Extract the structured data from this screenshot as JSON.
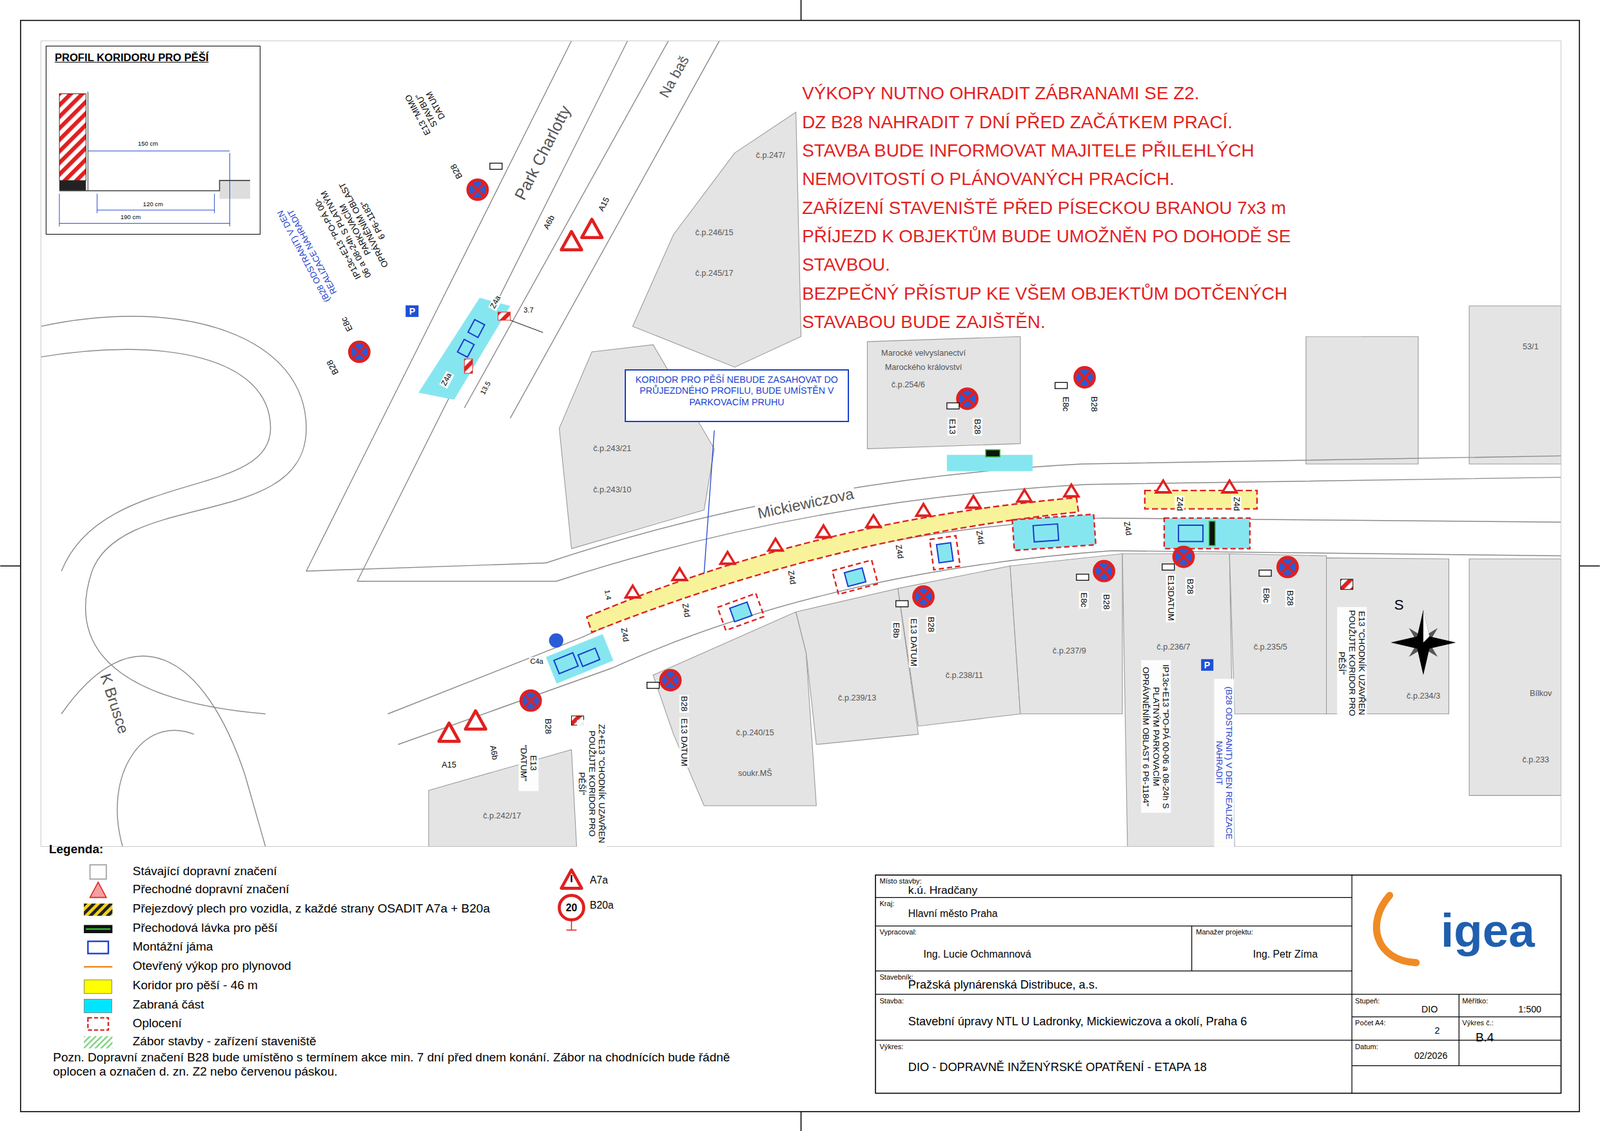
{
  "diagram": {
    "nodes": [
      {
        "text": [
          "PROFIL KORIDORU PRO PĚŠÍ"
        ]
      },
      {
        "text": [
          "KORIDOR PRO PĚŠÍ NEBUDE ZASAHOVAT DO PRŮJEZDNÉHO PROFILU, BUDE UMÍSTĚN V PARKOVACÍM PRUHU"
        ]
      }
    ],
    "labels": [
      "VÝKOPY NUTNO OHRADIT ZÁBRANAMI SE Z2.",
      "DZ B28 NAHRADIT 7 DNÍ PŘED ZAČÁTKEM PRACÍ.",
      "STAVBA BUDE INFORMOVAT MAJITELE PŘILEHLÝCH NEMOVITOSTÍ O PLÁNOVANÝCH PRACÍCH.",
      "ZAŘÍZENÍ STAVENIŠTĚ PŘED PÍSECKOU BRANOU 7x3 m",
      "PŘÍJEZD K OBJEKTŮM BUDE UMOŽNĚN PO DOHODĚ SE STAVBOU.",
      "BEZPEČNÝ PŘÍSTUP KE VŠEM OBJEKTŮM DOTČENÝCH STAVABOU BUDE ZAJIŠTĚN.",
      "150 cm",
      "120 cm",
      "190 cm",
      "Mickiewiczova",
      "K Brusce",
      "Park Charlotty",
      "Na baš",
      "č.p.247/",
      "č.p.246/15",
      "č.p.245/17",
      "č.p.243/21",
      "č.p.243/10",
      "Marocké velvyslanectví",
      "Marockého království",
      "č.p.254/6",
      "č.p.238/11",
      "č.p.239/13",
      "č.p.240/15",
      "soukr.MŠ",
      "č.p.237/9",
      "č.p.236/7",
      "č.p.235/5",
      "č.p.234/3",
      "č.p.242/17",
      "Bílkov",
      "č.p.233",
      "53/1",
      "E13 \"MIMO STAVBU\" DATUM",
      "B28",
      "IP13c+E13 \"PO-PÁ 00-06 a 08-24h S PLATNÝM PARKOVACÍM OPRÁVNĚNÍM OBLAST 6 P6-1183\"",
      "(B28 ODSTRANIT) V DEN REALIZACE NAHRADIT",
      "P",
      "E8c",
      "B28",
      "Z4a",
      "Z4a",
      "3.7",
      "13.5",
      "A6b",
      "A15",
      "B28",
      "E13",
      "B28",
      "E8c",
      "Z4d",
      "Z4d",
      "Z4d",
      "Z4d",
      "Z4d",
      "Z4d",
      "Z4d",
      "Z4d",
      "B28",
      "E8b",
      "E13 DATUM",
      "B28",
      "E8c",
      "B28",
      "E13DATUM",
      "B28",
      "E8c",
      "IP13c+E13 \"PO-PÁ 00-06 a 08-24h S PLATNÝM PARKOVACÍM OPRÁVNĚNÍM OBLAST 6 P6-1184\"",
      "(B28 ODSTRANIT) V DEN REALIZACE NAHRADIT",
      "P",
      "E13 \"CHODNÍK UZAVŘEN POUŽIJTE KORIDOR PRO PĚŠÍ\"",
      "B28",
      "E13 \"DATUM\"",
      "Z2+E13 \"CHODNÍK UZAVŘEN POUŽIJTE KORIDOR PRO PĚŠÍ\"",
      "B28",
      "E13 DATUM",
      "A6b",
      "A15",
      "C4a",
      "1.4",
      "Legenda:",
      "A7a",
      "B20a",
      "20",
      "Pozn. Dopravní značení B28 bude umístěno s termínem akce min. 7 dní před dnem konání. Zábor na chodnících bude řádně oplocen a označen d. zn. Z2 nebo červenou páskou.",
      "Místo stavby:",
      "k.ú. Hradčany",
      "Kraj:",
      "Hlavní město Praha",
      "Vypracoval:",
      "Ing. Lucie Ochmannová",
      "Manažer projektu:",
      "Ing. Petr Zíma",
      "Stavebník:",
      "Pražská plynárenská Distribuce, a.s.",
      "Stavba:",
      "Stavební úpravy NTL U Ladronky, Mickiewiczova a okolí, Praha 6",
      "Výkres:",
      "DIO - DOPRAVNĚ INŽENÝRSKÉ OPATŘENÍ - ETAPA 18",
      "Stupeň:",
      "DIO",
      "Měřítko:",
      "1:500",
      "Počet A4:",
      "2",
      "Výkres č.:",
      "B.4",
      "Datum:",
      "02/2026",
      "igea",
      "S"
    ],
    "legend": [
      {
        "text": "Stávající dopravní značení"
      },
      {
        "text": "Přechodné dopravní značení"
      },
      {
        "text": "Přejezdový plech pro vozidla, z každé strany OSADIT A7a + B20a"
      },
      {
        "text": "Přechodová lávka pro pěší"
      },
      {
        "text": "Montážní jáma"
      },
      {
        "text": "Otevřený výkop pro plynovod"
      },
      {
        "text": "Koridor pro pěší - 46 m",
        "color": "#ffff00"
      },
      {
        "text": "Zabraná část",
        "color": "#00e5ff"
      },
      {
        "text": "Oplocení"
      },
      {
        "text": "Zábor stavby - zařízení staveniště"
      }
    ]
  }
}
